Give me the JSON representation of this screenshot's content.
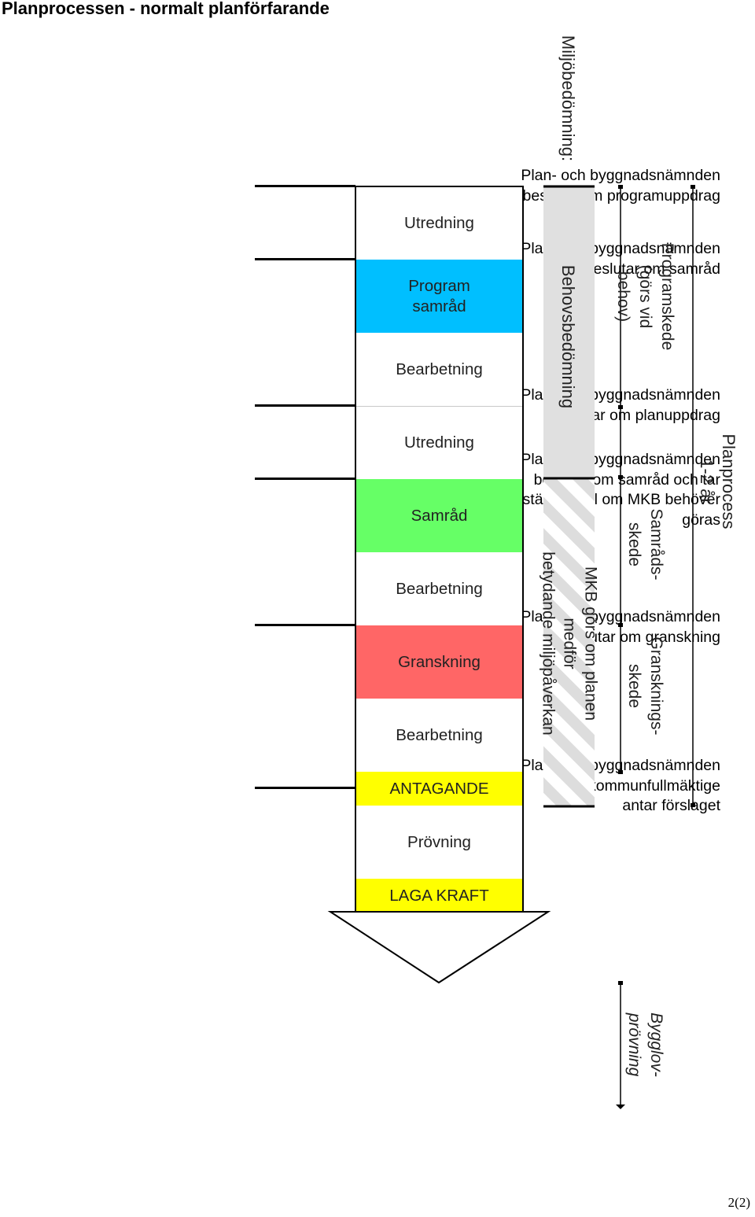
{
  "title": "Planprocessen - normalt planförfarande",
  "decisions": [
    "Plan- och byggnadsnämnden\nbeslutar om programuppdrag",
    "Plan- och byggnadsnämnden\nbeslutar om samråd",
    "Plan- och byggnadsnämnden\nbeslutar om planuppdrag",
    "Plan- och byggnadsnämnden\nbeslutar om samråd och tar\nställning till om MKB behöver\ngöras",
    "Plan- och byggnadsnämnden\nbeslutar om granskning",
    "Plan- och byggnadsnämnden\neller kommunfullmäktige\nantar förslaget"
  ],
  "stages": [
    {
      "label": "Utredning",
      "color": "#ffffff"
    },
    {
      "label": "Program\nsamråd",
      "color": "#00bfff"
    },
    {
      "label": "Bearbetning",
      "color": "#ffffff"
    },
    {
      "label": "Utredning",
      "color": "#ffffff"
    },
    {
      "label": "Samråd",
      "color": "#66ff66"
    },
    {
      "label": "Bearbetning",
      "color": "#ffffff"
    },
    {
      "label": "Granskning",
      "color": "#ff6666"
    },
    {
      "label": "Bearbetning",
      "color": "#ffffff"
    },
    {
      "label": "ANTAGANDE",
      "color": "#ffff00"
    },
    {
      "label": "Prövning",
      "color": "#ffffff"
    },
    {
      "label": "LAGA KRAFT",
      "color": "#ffff00"
    }
  ],
  "environment": {
    "heading": "Miljöbedömning:",
    "screening": "Behovsbedömning",
    "mkb": "MKB görs om planen medför\nbetydande miljöpåverkan"
  },
  "phases": {
    "program": "Programskede\n(görs vid behov)",
    "samrad": "Samråds-\nskede",
    "granskning": "Gransknings-\nskede",
    "bygglov": "Bygglov-\nprövning"
  },
  "planprocess": "Planprocess\n1-2 år",
  "page_number": "2(2)"
}
